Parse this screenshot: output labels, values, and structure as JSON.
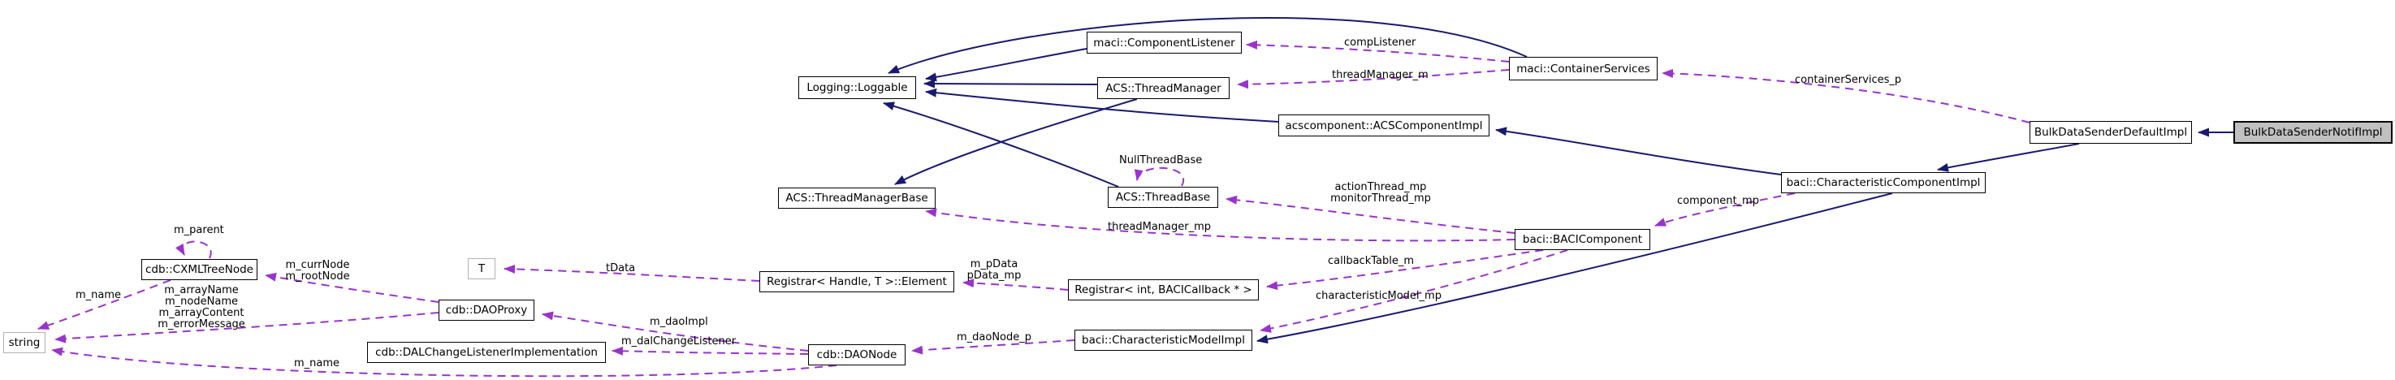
{
  "diagram": {
    "type": "collaboration-graph",
    "colors": {
      "inheritance_edge": "#191970",
      "usage_edge": "#9a32cd",
      "node_border": "#000000",
      "node_fill": "#ffffff",
      "selected_node_fill": "#c0c0c0",
      "external_node_border": "#b2b2b2",
      "background": "#ffffff"
    },
    "nodes": {
      "component_listener": {
        "label": "maci::ComponentListener"
      },
      "loggable": {
        "label": "Logging::Loggable"
      },
      "thread_manager": {
        "label": "ACS::ThreadManager"
      },
      "container_services": {
        "label": "maci::ContainerServices"
      },
      "acs_component_impl": {
        "label": "acscomponent::ACSComponentImpl"
      },
      "bulk_data_sender_default_impl": {
        "label": "BulkDataSenderDefaultImpl"
      },
      "bulk_data_sender_notif_impl": {
        "label": "BulkDataSenderNotifImpl"
      },
      "thread_manager_base": {
        "label": "ACS::ThreadManagerBase"
      },
      "thread_base": {
        "label": "ACS::ThreadBase"
      },
      "characteristic_component_impl": {
        "label": "baci::CharacteristicComponentImpl"
      },
      "baci_component": {
        "label": "baci::BACIComponent"
      },
      "cxml_tree_node": {
        "label": "cdb::CXMLTreeNode"
      },
      "template_t": {
        "label": "T"
      },
      "registrar_element": {
        "label": "Registrar< Handle, T >::Element"
      },
      "registrar_int": {
        "label": "Registrar< int, BACICallback * >"
      },
      "dao_proxy": {
        "label": "cdb::DAOProxy"
      },
      "string": {
        "label": "string"
      },
      "dal_change_listener_implementation": {
        "label": "cdb::DALChangeListenerImplementation"
      },
      "dao_node": {
        "label": "cdb::DAONode"
      },
      "characteristic_model_impl": {
        "label": "baci::CharacteristicModelImpl"
      }
    },
    "edge_labels": {
      "comp_listener": "compListener",
      "thread_manager_m": "threadManager_m",
      "container_services_p": "containerServices_p",
      "null_thread_base": "NullThreadBase",
      "action_thread_mp": "actionThread_mp",
      "monitor_thread_mp": "monitorThread_mp",
      "component_mp": "component_mp",
      "thread_manager_mp": "threadManager_mp",
      "m_parent": "m_parent",
      "m_curr_node": "m_currNode",
      "m_root_node": "m_rootNode",
      "t_data": "tData",
      "m_p_data": "m_pData",
      "p_data_mp": "pData_mp",
      "callback_table_m": "callbackTable_m",
      "characteristic_model_mp": "characteristicModel_mp",
      "m_name_tree": "m_name",
      "m_array_name": "m_arrayName",
      "m_node_name": "m_nodeName",
      "m_array_content": "m_arrayContent",
      "m_error_message": "m_errorMessage",
      "m_dao_impl": "m_daoImpl",
      "m_dal_change_listener": "m_dalChangeListener",
      "m_dao_node_p": "m_daoNode_p",
      "m_name_dao": "m_name"
    }
  }
}
